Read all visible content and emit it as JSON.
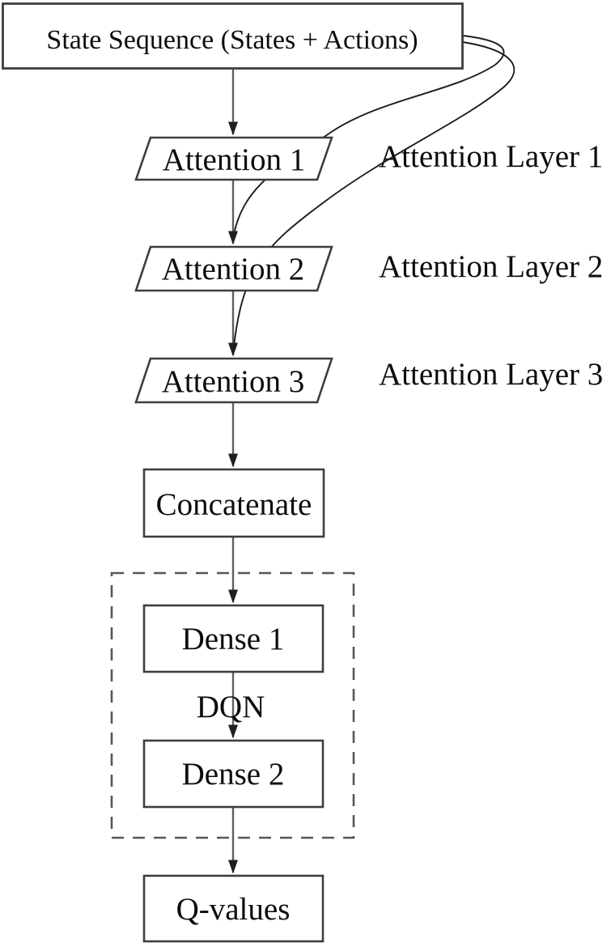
{
  "diagram": {
    "nodes": {
      "state_sequence": "State Sequence (States + Actions)",
      "attention_1": "Attention 1",
      "attention_2": "Attention 2",
      "attention_3": "Attention 3",
      "concatenate": "Concatenate",
      "dense_1": "Dense 1",
      "dense_2": "Dense 2",
      "q_values": "Q-values"
    },
    "group_label": "DQN",
    "side_labels": {
      "attention_layer_1": "Attention Layer 1",
      "attention_layer_2": "Attention Layer 2",
      "attention_layer_3": "Attention Layer 3"
    },
    "edges": [
      {
        "from": "state_sequence",
        "to": "attention_1",
        "type": "arrow"
      },
      {
        "from": "attention_1",
        "to": "attention_2",
        "type": "arrow"
      },
      {
        "from": "attention_2",
        "to": "attention_3",
        "type": "arrow"
      },
      {
        "from": "attention_3",
        "to": "concatenate",
        "type": "arrow"
      },
      {
        "from": "concatenate",
        "to": "dense_1",
        "type": "arrow"
      },
      {
        "from": "dense_1",
        "to": "dense_2",
        "type": "arrow"
      },
      {
        "from": "dense_2",
        "to": "q_values",
        "type": "arrow"
      },
      {
        "from": "state_sequence",
        "to": "attention_2",
        "type": "skip-curve"
      },
      {
        "from": "state_sequence",
        "to": "attention_3",
        "type": "skip-curve"
      }
    ],
    "colors": {
      "background": "#ffffff",
      "text": "#0d0d0d",
      "node_border": "#3e3e3e",
      "connector": "#606060",
      "skip_connection": "#1c1c1c",
      "dashed_group": "#575757",
      "arrowhead": "#1f1f1f"
    }
  }
}
